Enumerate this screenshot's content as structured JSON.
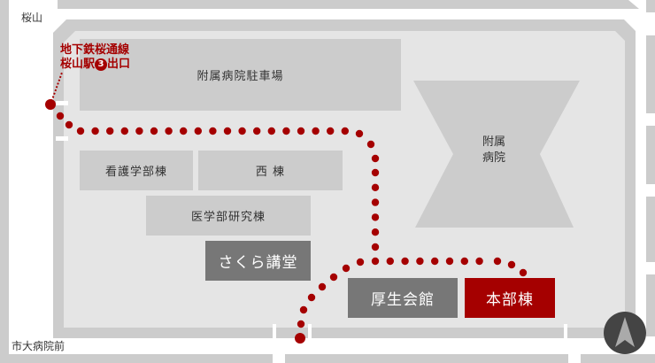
{
  "map": {
    "labels": {
      "area_top_left": "桜山",
      "bus_stop": "市大病院前"
    },
    "station_exit": {
      "line1": "地下鉄桜通線",
      "line2_pre": "桜山駅",
      "exit_number": "3",
      "line2_post": "出口"
    },
    "buildings": {
      "parking": "附属病院駐車場",
      "hospital_line1": "附属",
      "hospital_line2": "病院",
      "nursing": "看護学部棟",
      "west": "西 棟",
      "medical_research": "医学部研究棟",
      "sakura_hall": "さくら講堂",
      "welfare_hall": "厚生会館",
      "headquarters": "本部棟"
    },
    "colors": {
      "route": "#a50000",
      "highlight": "#a50000",
      "building": "#cccccc",
      "campus": "#e5e5e5"
    },
    "compass": "north-arrow-icon"
  }
}
